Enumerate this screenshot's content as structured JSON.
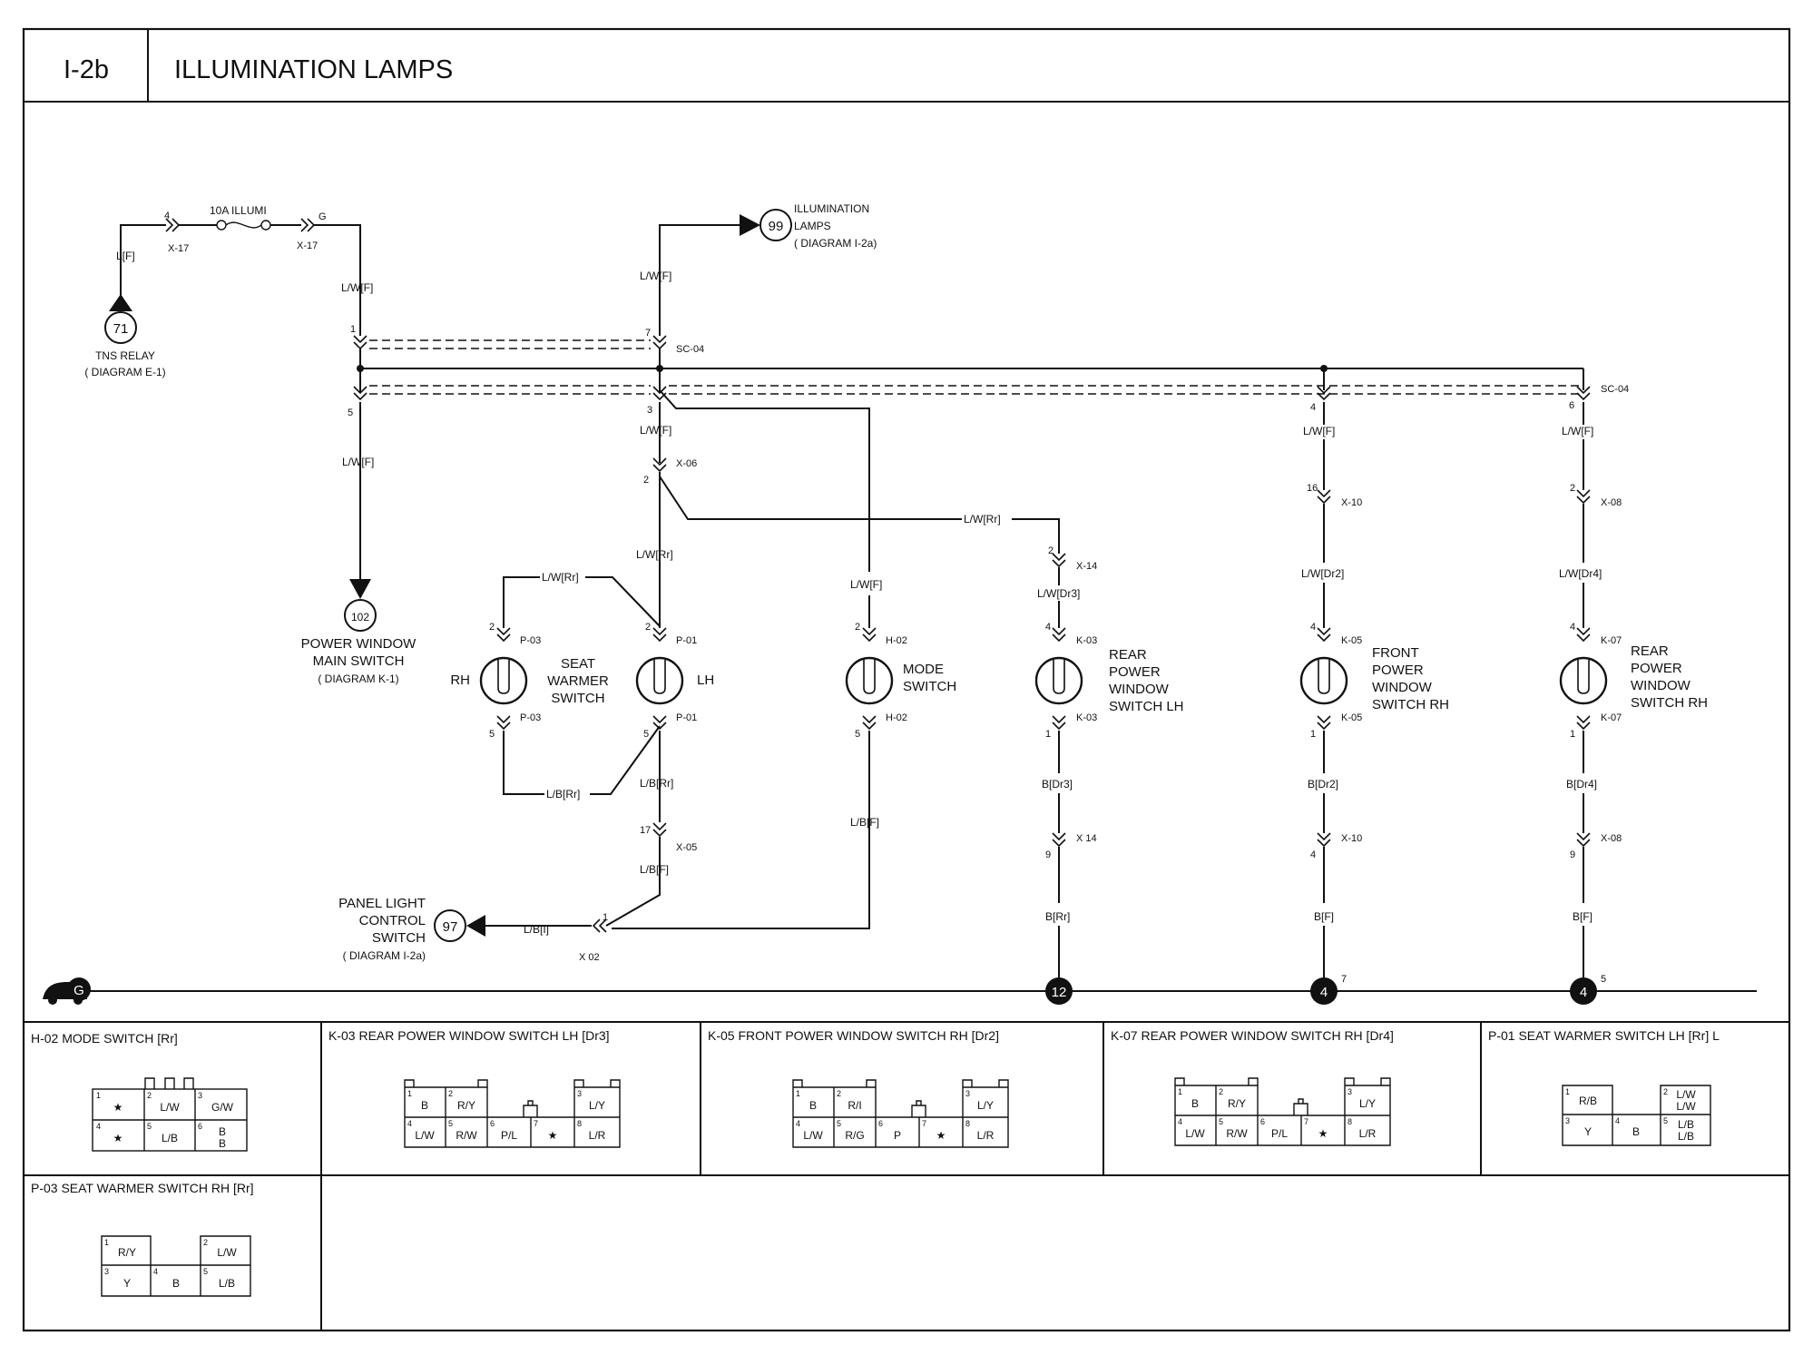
{
  "header": {
    "code": "I-2b",
    "title": "ILLUMINATION LAMPS"
  },
  "fuse": {
    "label": "10A ILLUMI",
    "in_pin": "4",
    "out_pin": "G",
    "in_conn": "X-17",
    "out_conn": "X-17"
  },
  "refs": {
    "tns": {
      "num": "71",
      "lines": [
        "TNS RELAY",
        "( DIAGRAM E-1)"
      ]
    },
    "illum": {
      "num": "99",
      "lines": [
        "ILLUMINATION",
        "LAMPS",
        "( DIAGRAM I-2a)"
      ]
    },
    "pwms": {
      "num": "102",
      "lines": [
        "POWER WINDOW",
        "MAIN SWITCH",
        "( DIAGRAM K-1)"
      ]
    },
    "panel": {
      "num": "97",
      "lines": [
        "PANEL LIGHT",
        "CONTROL",
        "SWITCH",
        "( DIAGRAM I-2a)"
      ]
    }
  },
  "wires": {
    "lf": "L[F]",
    "lwf": "L/W[F]",
    "lwr": "L/W[Rr]",
    "lwdr3": "L/W[Dr3]",
    "lwdr2": "L/W[Dr2]",
    "lwdr4": "L/W[Dr4]",
    "lbrr": "L/B[Rr]",
    "lbf": "L/B[F]",
    "lbi": "L/B[I]",
    "bdr3": "B[Dr3]",
    "bdr2": "B[Dr2]",
    "bdr4": "B[Dr4]",
    "brr": "B[Rr]",
    "bf": "B[F]"
  },
  "connectors": {
    "sc04": "SC-04",
    "x06": "X-06",
    "x05": "X-05",
    "x02": "X 02",
    "x14a": "X-14",
    "x14b": "X 14",
    "x10": "X-10",
    "x08": "X-08",
    "p03": "P-03",
    "p01": "P-01",
    "h02": "H-02",
    "k03": "K-03",
    "k05": "K-05",
    "k07": "K-07"
  },
  "pins": {
    "p1": "1",
    "p2": "2",
    "p3": "3",
    "p4": "4",
    "p5": "5",
    "p6": "6",
    "p7": "7",
    "p9": "9",
    "p16": "16",
    "p17": "17"
  },
  "components": {
    "rh": "RH",
    "lh": "LH",
    "seat": [
      "SEAT",
      "WARMER",
      "SWITCH"
    ],
    "mode": [
      "MODE",
      "SWITCH"
    ],
    "rearlh": [
      "REAR",
      "POWER",
      "WINDOW",
      "SWITCH LH"
    ],
    "frontrh": [
      "FRONT",
      "POWER",
      "WINDOW",
      "SWITCH RH"
    ],
    "rearrh": [
      "REAR",
      "POWER",
      "WINDOW",
      "SWITCH RH"
    ]
  },
  "grounds": {
    "g": "G",
    "g12": "12",
    "g4a": "4",
    "g4a_pin": "7",
    "g4b": "4",
    "g4b_pin": "5"
  },
  "panels": {
    "h02": {
      "title": "H-02 MODE SWITCH [Rr]"
    },
    "k03": {
      "title": "K-03 REAR POWER WINDOW SWITCH LH [Dr3]"
    },
    "k05": {
      "title": "K-05 FRONT POWER WINDOW SWITCH RH [Dr2]"
    },
    "k07": {
      "title": "K-07 REAR POWER WINDOW SWITCH RH [Dr4]"
    },
    "p01": {
      "title": "P-01 SEAT WARMER SWITCH LH [Rr] L"
    },
    "p03": {
      "title": "P-03 SEAT WARMER SWITCH RH [Rr]"
    }
  },
  "cells": {
    "h02": {
      "c1": {
        "pin": "1",
        "val": "★"
      },
      "c2": {
        "pin": "2",
        "val": "L/W"
      },
      "c3": {
        "pin": "3",
        "val": "G/W"
      },
      "c4": {
        "pin": "4",
        "val": "★"
      },
      "c5": {
        "pin": "5",
        "val": "L/B"
      },
      "c6": {
        "pin": "6",
        "val": "B",
        "val2": "B"
      }
    },
    "k03": {
      "c1": {
        "pin": "1",
        "val": "B"
      },
      "c2": {
        "pin": "2",
        "val": "R/Y"
      },
      "c3": {
        "pin": "3",
        "val": "L/Y"
      },
      "c4": {
        "pin": "4",
        "val": "L/W"
      },
      "c5": {
        "pin": "5",
        "val": "R/W"
      },
      "c6": {
        "pin": "6",
        "val": "P/L"
      },
      "c7": {
        "pin": "7",
        "val": "★"
      },
      "c8": {
        "pin": "8",
        "val": "L/R"
      }
    },
    "k05": {
      "c1": {
        "pin": "1",
        "val": "B"
      },
      "c2": {
        "pin": "2",
        "val": "R/I"
      },
      "c3": {
        "pin": "3",
        "val": "L/Y"
      },
      "c4": {
        "pin": "4",
        "val": "L/W"
      },
      "c5": {
        "pin": "5",
        "val": "R/G"
      },
      "c6": {
        "pin": "6",
        "val": "P"
      },
      "c7": {
        "pin": "7",
        "val": "★"
      },
      "c8": {
        "pin": "8",
        "val": "L/R"
      }
    },
    "k07": {
      "c1": {
        "pin": "1",
        "val": "B"
      },
      "c2": {
        "pin": "2",
        "val": "R/Y"
      },
      "c3": {
        "pin": "3",
        "val": "L/Y"
      },
      "c4": {
        "pin": "4",
        "val": "L/W"
      },
      "c5": {
        "pin": "5",
        "val": "R/W"
      },
      "c6": {
        "pin": "6",
        "val": "P/L"
      },
      "c7": {
        "pin": "7",
        "val": "★"
      },
      "c8": {
        "pin": "8",
        "val": "L/R"
      }
    },
    "p01": {
      "c1": {
        "pin": "1",
        "val": "R/B"
      },
      "c2": {
        "pin": "2",
        "val": "L/W",
        "val2": "L/W"
      },
      "c3": {
        "pin": "3",
        "val": "Y"
      },
      "c4": {
        "pin": "4",
        "val": "B"
      },
      "c5": {
        "pin": "5",
        "val": "L/B",
        "val2": "L/B"
      }
    },
    "p03": {
      "c1": {
        "pin": "1",
        "val": "R/Y"
      },
      "c2": {
        "pin": "2",
        "val": "L/W"
      },
      "c3": {
        "pin": "3",
        "val": "Y"
      },
      "c4": {
        "pin": "4",
        "val": "B"
      },
      "c5": {
        "pin": "5",
        "val": "L/B"
      }
    }
  }
}
